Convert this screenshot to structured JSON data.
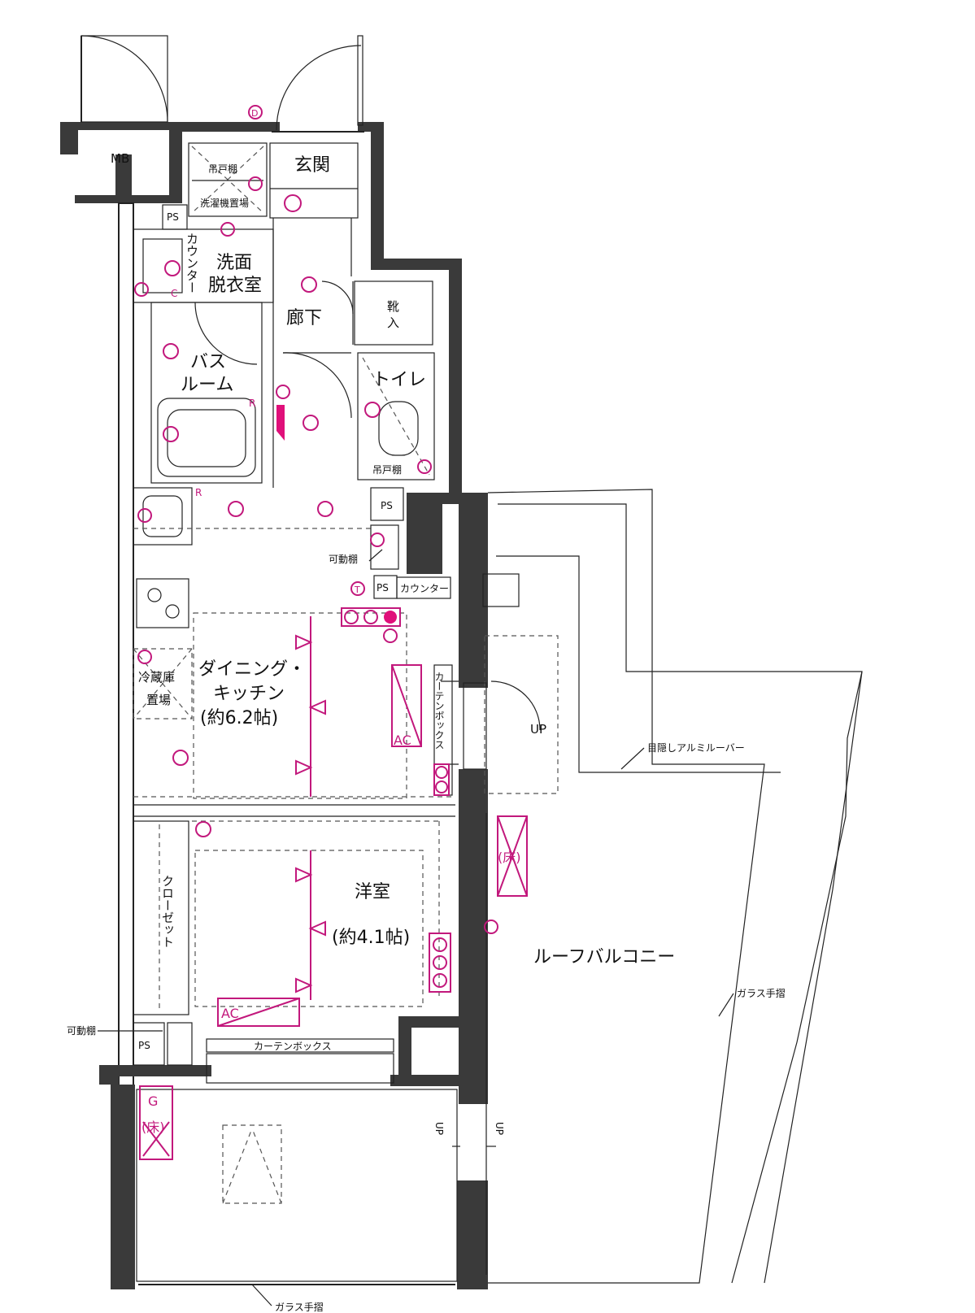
{
  "labels": {
    "mb": "MB",
    "entrance": "玄関",
    "hanging_shelf_top": "吊戸棚",
    "laundry_space": "洗濯機置場",
    "ps_top": "PS",
    "counter_vertical": "カウンター",
    "washroom_line1": "洗面",
    "washroom_line2": "脱衣室",
    "hallway": "廊下",
    "shoe_line1": "靴",
    "shoe_line2": "入",
    "bath_line1": "バス",
    "bath_line2": "ルーム",
    "toilet": "トイレ",
    "hanging_shelf_toilet": "吊戸棚",
    "ps_mid": "PS",
    "movable_shelf_mid": "可動棚",
    "ps_counter": "PS",
    "counter": "カウンター",
    "dining_line1": "ダイニング・",
    "dining_line2": "キッチン",
    "dining_line3": "(約6.2帖)",
    "fridge_line1": "冷蔵庫",
    "fridge_line2": "置場",
    "curtain_box_vertical": "カーテンボックス",
    "ac_dining": "AC",
    "up_balcony": "UP",
    "louver": "目隠しアルミルーバー",
    "floor_mark_1": "(床)",
    "closet": "クローゼット",
    "western_line1": "洋室",
    "western_line2": "(約4.1帖)",
    "ac_western": "AC",
    "movable_shelf_bottom": "可動棚",
    "ps_bottom": "PS",
    "curtain_box_bottom": "カーテンボックス",
    "roof_balcony": "ルーフバルコニー",
    "glass_rail_right": "ガラス手摺",
    "gas_meter": "G",
    "floor_mark_2": "(床)",
    "up_left": "UP",
    "up_right": "UP",
    "glass_rail_bottom": "ガラス手摺",
    "door_mark": "D",
    "mark_c": "C",
    "mark_r1": "R",
    "mark_r2": "R",
    "mark_t": "T"
  },
  "colors": {
    "wall": "#3a3a3a",
    "line": "#222222",
    "electrical": "#c2187c"
  }
}
